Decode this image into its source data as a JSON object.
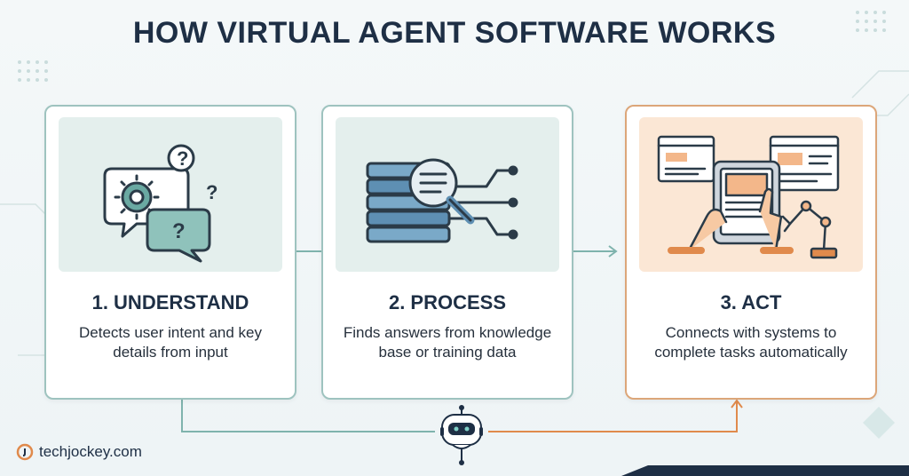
{
  "title": "HOW VIRTUAL AGENT SOFTWARE WORKS",
  "steps": [
    {
      "title": "1. UNDERSTAND",
      "desc": "Detects user intent and key details from input",
      "illustration": "chat-gear-question-icon"
    },
    {
      "title": "2. PROCESS",
      "desc": "Finds answers from knowledge base or training data",
      "illustration": "database-magnifier-icon"
    },
    {
      "title": "3. ACT",
      "desc": "Connects with systems to complete tasks automatically",
      "illustration": "tablet-robot-arm-icon"
    }
  ],
  "brand": {
    "name": "techjockey.com"
  },
  "colors": {
    "title": "#1e2f45",
    "teal": "#5f9e96",
    "orange": "#e08a4c",
    "dark": "#1e2f45"
  }
}
